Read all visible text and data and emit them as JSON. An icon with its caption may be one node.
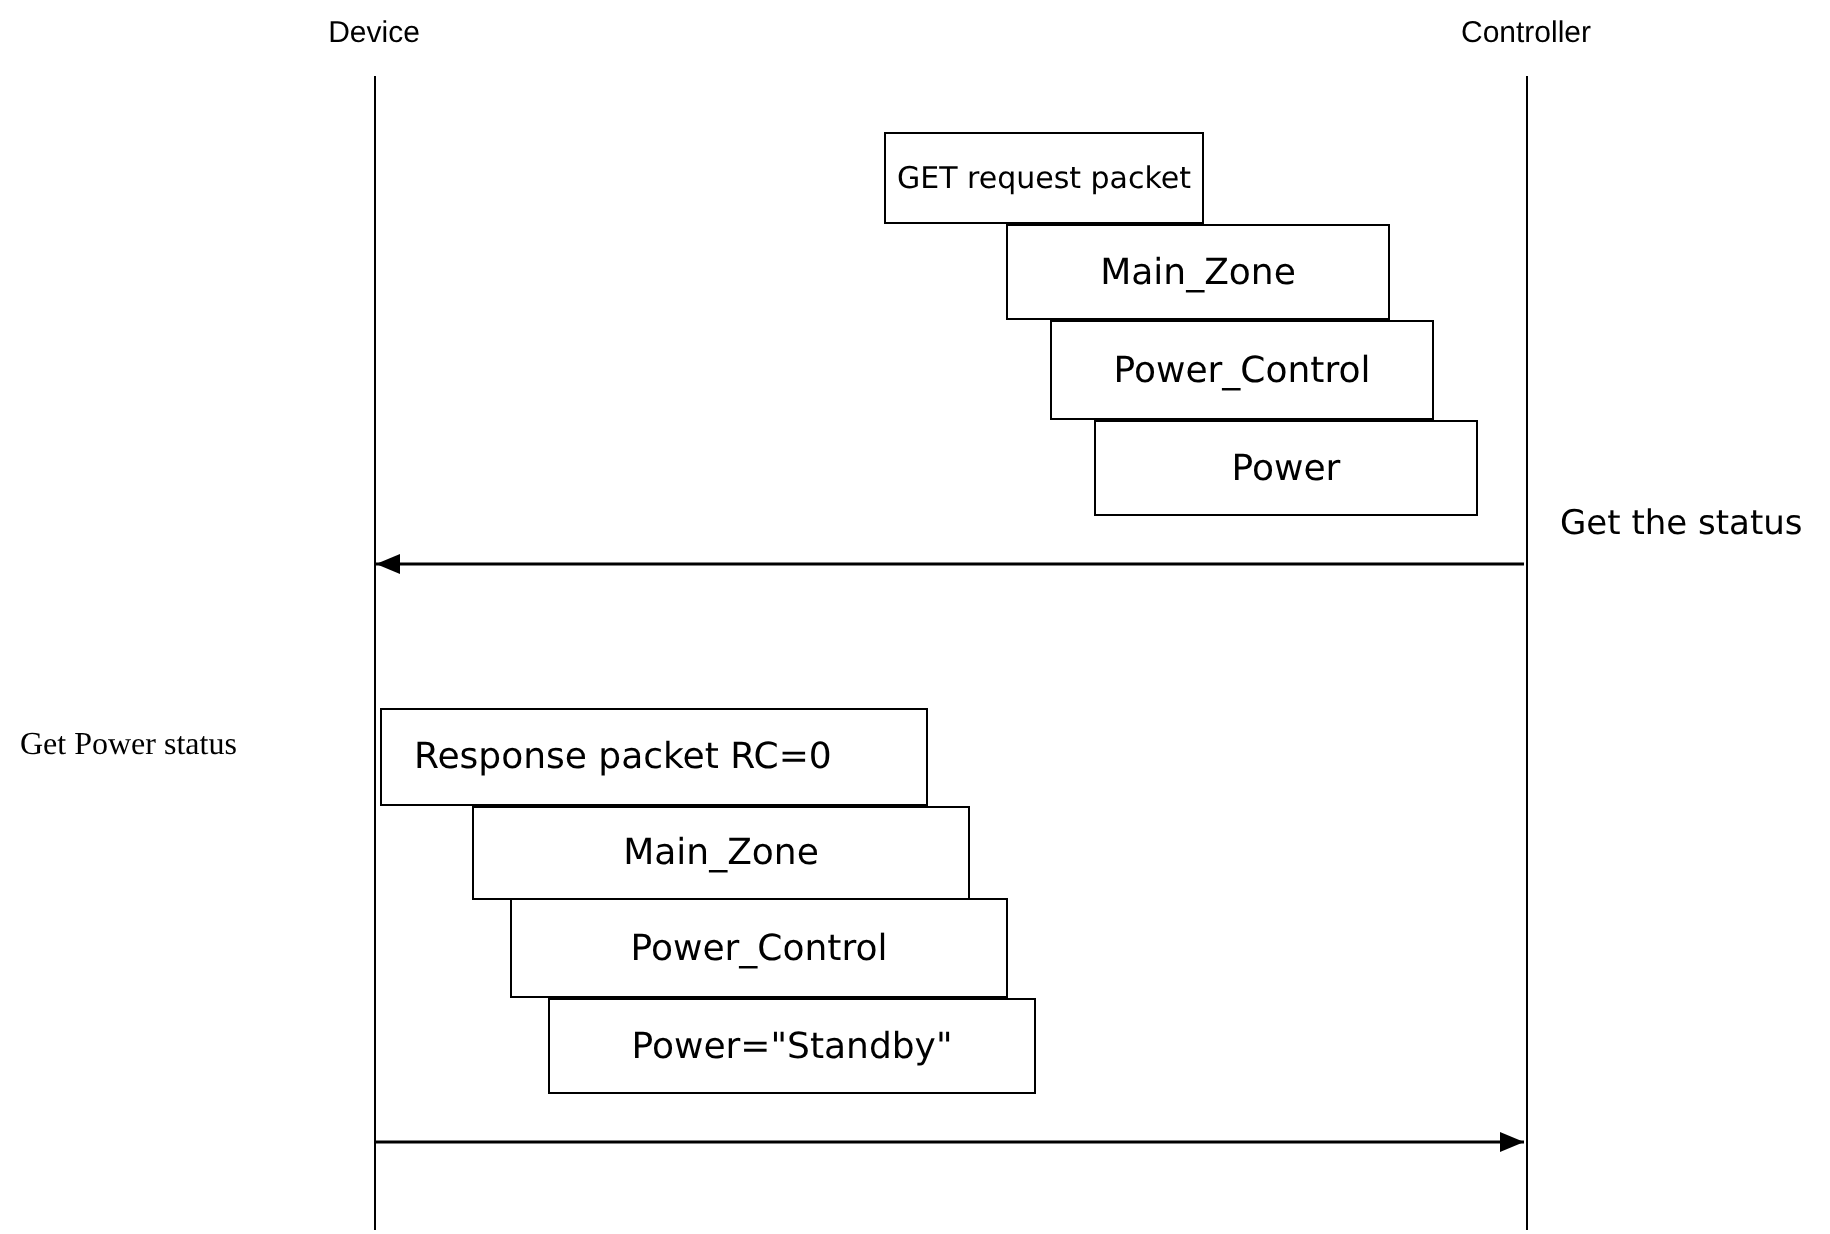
{
  "diagram": {
    "nodes": [
      {
        "text": [
          "Device"
        ]
      },
      {
        "text": [
          "Controller"
        ]
      },
      {
        "text": [
          "GET request packet"
        ]
      },
      {
        "text": [
          "Main_Zone"
        ]
      },
      {
        "text": [
          "Power_Control"
        ]
      },
      {
        "text": [
          "Power"
        ]
      },
      {
        "text": [
          "Response packet RC=0"
        ]
      },
      {
        "text": [
          "Main_Zone"
        ]
      },
      {
        "text": [
          "Power_Control"
        ]
      },
      {
        "text": [
          "Power=\"Standby\""
        ]
      }
    ],
    "edges": [
      {
        "from": 1,
        "to": 0,
        "arrow": "to"
      },
      {
        "from": 0,
        "to": 1,
        "arrow": "to"
      }
    ],
    "labels": [
      "Get the status",
      "Get Power status"
    ]
  }
}
